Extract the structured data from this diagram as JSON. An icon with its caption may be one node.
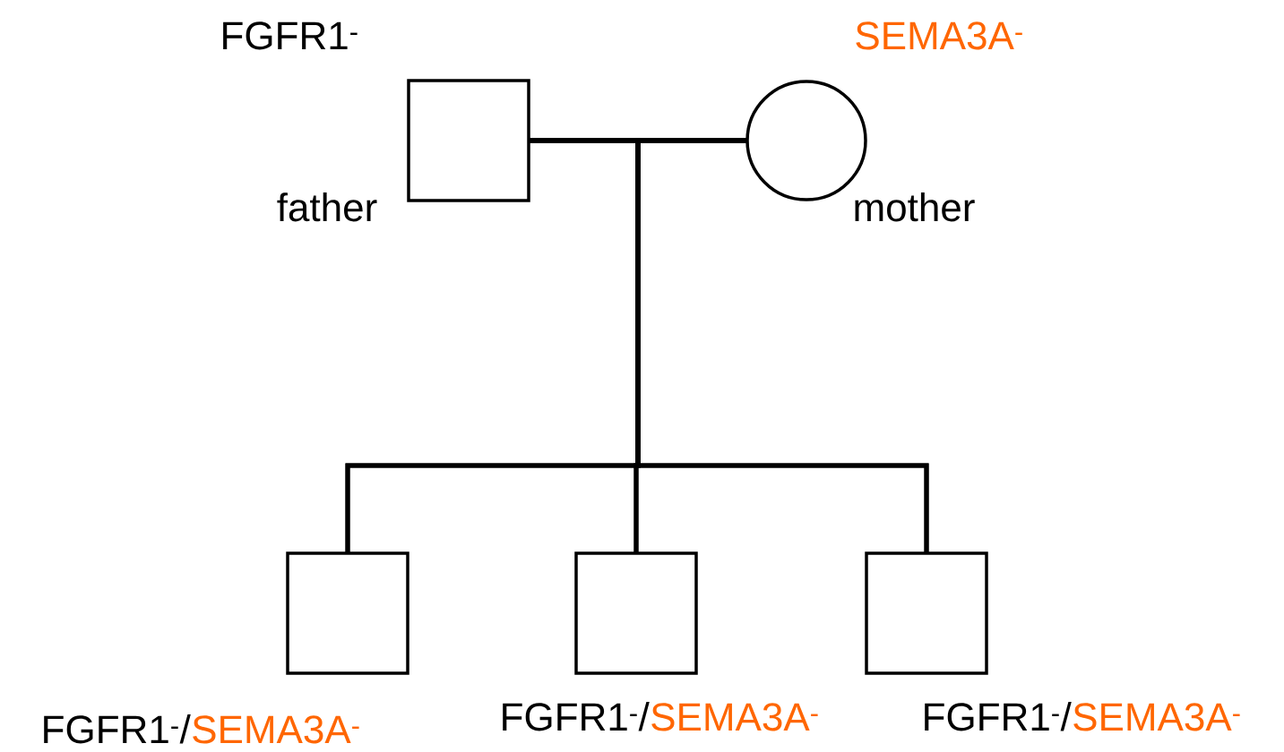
{
  "diagram": {
    "nodes": [
      {
        "text": [],
        "shape": "box",
        "beside": [
          "FGFR1$^{-}$",
          "father"
        ]
      },
      {
        "text": [],
        "shape": "circle",
        "beside": [
          "SEMA3A$^{-}$",
          "mother"
        ]
      },
      {
        "text": [],
        "shape": "box",
        "beside": [
          "FGFR1$^{-}$/",
          "SEMA3A$^{-}$"
        ]
      },
      {
        "text": [],
        "shape": "box",
        "beside": [
          "FGFR1$^{-}$/",
          "SEMA3A$^{-}$"
        ]
      },
      {
        "text": [],
        "shape": "box",
        "beside": [
          "FGFR1$^{-}$/",
          "SEMA3A$^{-}$"
        ]
      }
    ],
    "edges": [
      {
        "from": 0,
        "to": 1,
        "arrow": "none"
      },
      {
        "from": 0,
        "to": 2,
        "arrow": "none"
      },
      {
        "from": 1,
        "to": 2,
        "arrow": "none"
      },
      {
        "from": 0,
        "to": 3,
        "arrow": "none"
      },
      {
        "from": 1,
        "to": 3,
        "arrow": "none"
      },
      {
        "from": 0,
        "to": 4,
        "arrow": "none"
      },
      {
        "from": 1,
        "to": 4,
        "arrow": "none"
      }
    ]
  }
}
